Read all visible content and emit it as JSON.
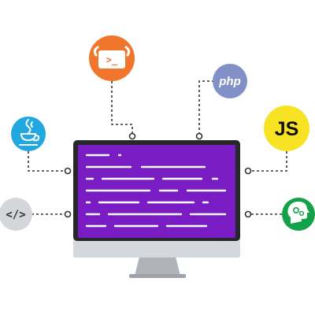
{
  "nodes": [
    {
      "name": "terminal-node",
      "icon": "terminal-bull-icon",
      "color": "#f0762b",
      "label": ">_"
    },
    {
      "name": "php-node",
      "icon": "php-icon",
      "color": "#8190c7",
      "label": "php"
    },
    {
      "name": "java-node",
      "icon": "java-cup-icon",
      "color": "#22a8e0",
      "label": ""
    },
    {
      "name": "javascript-node",
      "icon": "js-icon",
      "color": "#f8e224",
      "label": "JS"
    },
    {
      "name": "html-code-node",
      "icon": "code-tag-icon",
      "color": "#d4d6da",
      "label": "</>"
    },
    {
      "name": "ai-mind-node",
      "icon": "brain-gears-icon",
      "color": "#13a14a",
      "label": ""
    }
  ],
  "monitor": {
    "frame_color": "#26272b",
    "screen_color": "#7a1cc4",
    "chin_color": "#d4d7dc",
    "stand_color": "#a8adb3",
    "code_line_color": "#ffffff"
  },
  "connector_color": "#333333"
}
